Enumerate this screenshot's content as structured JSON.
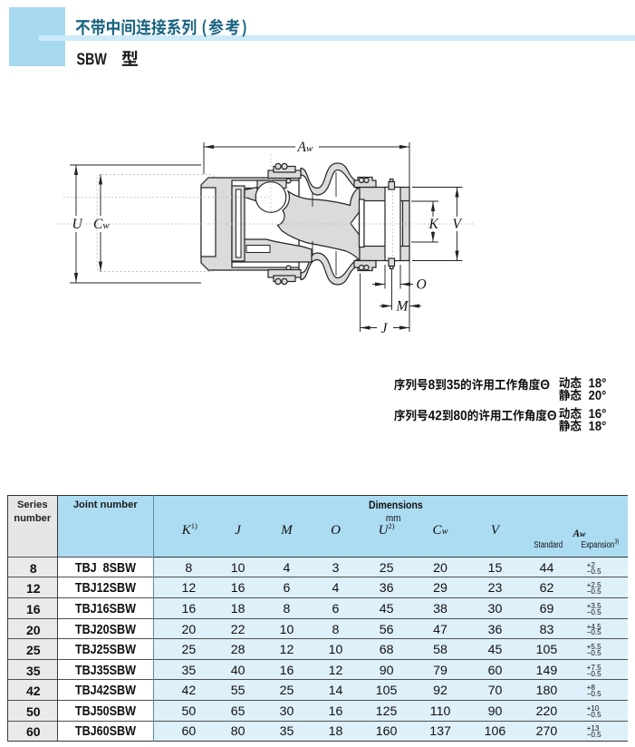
{
  "page": {
    "series_title": "不带中间连接系列 (参考)",
    "model_title": "SBW 型",
    "model_code": "SBW",
    "model_suffix": "型"
  },
  "drawing": {
    "dim_labels": {
      "aw_main": "A",
      "aw_sub": "w",
      "u": "U",
      "cw_main": "C",
      "cw_sub": "w",
      "k": "K",
      "v": "V",
      "o": "O",
      "m": "M",
      "j": "J"
    }
  },
  "angles": {
    "line1": {
      "label": "序列号8到35的许用工作角度Θ",
      "dynamic_label": "动态",
      "dynamic_value": "18°",
      "static_label": "静态",
      "static_value": "20°"
    },
    "line2": {
      "label": "序列号42到80的许用工作角度Θ",
      "dynamic_label": "动态",
      "dynamic_value": "16°",
      "static_label": "静态",
      "static_value": "18°"
    }
  },
  "table": {
    "headers": {
      "series": "Series number",
      "joint": "Joint number",
      "dimensions": "Dimensions",
      "unit": "mm",
      "k_main": "K",
      "k_sup": "1)",
      "j": "J",
      "m": "M",
      "o": "O",
      "u_main": "U",
      "u_sup": "2)",
      "cw_main": "C",
      "cw_sub": "w",
      "v": "V",
      "aw_main": "A",
      "aw_sub": "w",
      "standard": "Standard",
      "expansion_main": "Expansion",
      "expansion_sup": "3)"
    },
    "rows": [
      {
        "series": "8",
        "joint": "TBJ  8SBW",
        "k": "8",
        "j": "10",
        "m": "4",
        "o": "3",
        "u": "25",
        "cw": "20",
        "v": "15",
        "aw_std": "44",
        "tol_plus": "+2",
        "tol_minus": "−0.5"
      },
      {
        "series": "12",
        "joint": "TBJ12SBW",
        "k": "12",
        "j": "16",
        "m": "6",
        "o": "4",
        "u": "36",
        "cw": "29",
        "v": "23",
        "aw_std": "62",
        "tol_plus": "+2.5",
        "tol_minus": "−0.5"
      },
      {
        "series": "16",
        "joint": "TBJ16SBW",
        "k": "16",
        "j": "18",
        "m": "8",
        "o": "6",
        "u": "45",
        "cw": "38",
        "v": "30",
        "aw_std": "69",
        "tol_plus": "+3.5",
        "tol_minus": "−0.5"
      },
      {
        "series": "20",
        "joint": "TBJ20SBW",
        "k": "20",
        "j": "22",
        "m": "10",
        "o": "8",
        "u": "56",
        "cw": "47",
        "v": "36",
        "aw_std": "83",
        "tol_plus": "+4.5",
        "tol_minus": "−0.5"
      },
      {
        "series": "25",
        "joint": "TBJ25SBW",
        "k": "25",
        "j": "28",
        "m": "12",
        "o": "10",
        "u": "68",
        "cw": "58",
        "v": "45",
        "aw_std": "105",
        "tol_plus": "+5.5",
        "tol_minus": "−0.5"
      },
      {
        "series": "35",
        "joint": "TBJ35SBW",
        "k": "35",
        "j": "40",
        "m": "16",
        "o": "12",
        "u": "90",
        "cw": "79",
        "v": "60",
        "aw_std": "149",
        "tol_plus": "+7.5",
        "tol_minus": "−0.5"
      },
      {
        "series": "42",
        "joint": "TBJ42SBW",
        "k": "42",
        "j": "55",
        "m": "25",
        "o": "14",
        "u": "105",
        "cw": "92",
        "v": "70",
        "aw_std": "180",
        "tol_plus": "+8",
        "tol_minus": "−0.5"
      },
      {
        "series": "50",
        "joint": "TBJ50SBW",
        "k": "50",
        "j": "65",
        "m": "30",
        "o": "16",
        "u": "125",
        "cw": "110",
        "v": "90",
        "aw_std": "220",
        "tol_plus": "+10",
        "tol_minus": "−0.5"
      },
      {
        "series": "60",
        "joint": "TBJ60SBW",
        "k": "60",
        "j": "80",
        "m": "35",
        "o": "18",
        "u": "160",
        "cw": "137",
        "v": "106",
        "aw_std": "270",
        "tol_plus": "+13",
        "tol_minus": "−0.5"
      }
    ]
  },
  "colors": {
    "accent_square": "#a6d8f0",
    "accent_bar": "#cdeaf8",
    "title_text": "#1a6480",
    "table_header_blue": "#acdcf2",
    "table_row_blue": "#def0fa",
    "table_gray": "#e7e7e7"
  }
}
